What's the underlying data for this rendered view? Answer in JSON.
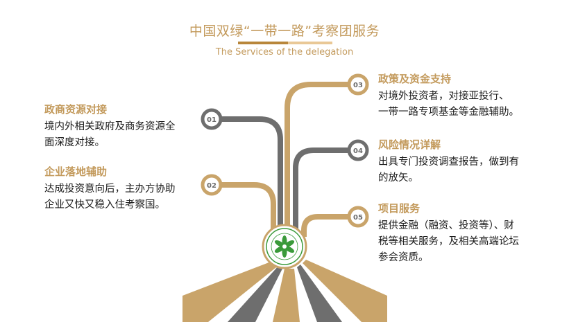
{
  "header": {
    "title": "中国双绿“一带一路”考察团服务",
    "subtitle": "The Services of the delegation"
  },
  "items": [
    {
      "num": "01",
      "title": "政商资源对接",
      "desc": [
        "境内外相关政府及商务资源全",
        "面深度对接。"
      ]
    },
    {
      "num": "02",
      "title": "企业落地辅助",
      "desc": [
        "达成投资意向后，主办方协助",
        "企业又快又稳入住考察国。"
      ]
    },
    {
      "num": "03",
      "title": "政策及资金支持",
      "desc": [
        "对境外投资者，对接亚投行、",
        "一带一路专项基金等金融辅助。"
      ]
    },
    {
      "num": "04",
      "title": "风险情况详解",
      "desc": [
        "出具专门投资调查报告，做到有",
        "的放矢。"
      ]
    },
    {
      "num": "05",
      "title": "项目服务",
      "desc": [
        "提供金融（融资、投资等）、财",
        "税等相关服务，及相关高端论坛",
        "参会资质。"
      ]
    }
  ],
  "colors": {
    "gold": "#c9a46a",
    "gray": "#6e6e6e",
    "title": "#c39a5c",
    "seal_green": "#3a9a3a"
  },
  "logo": {
    "icon": "green-flower-seal-icon"
  }
}
